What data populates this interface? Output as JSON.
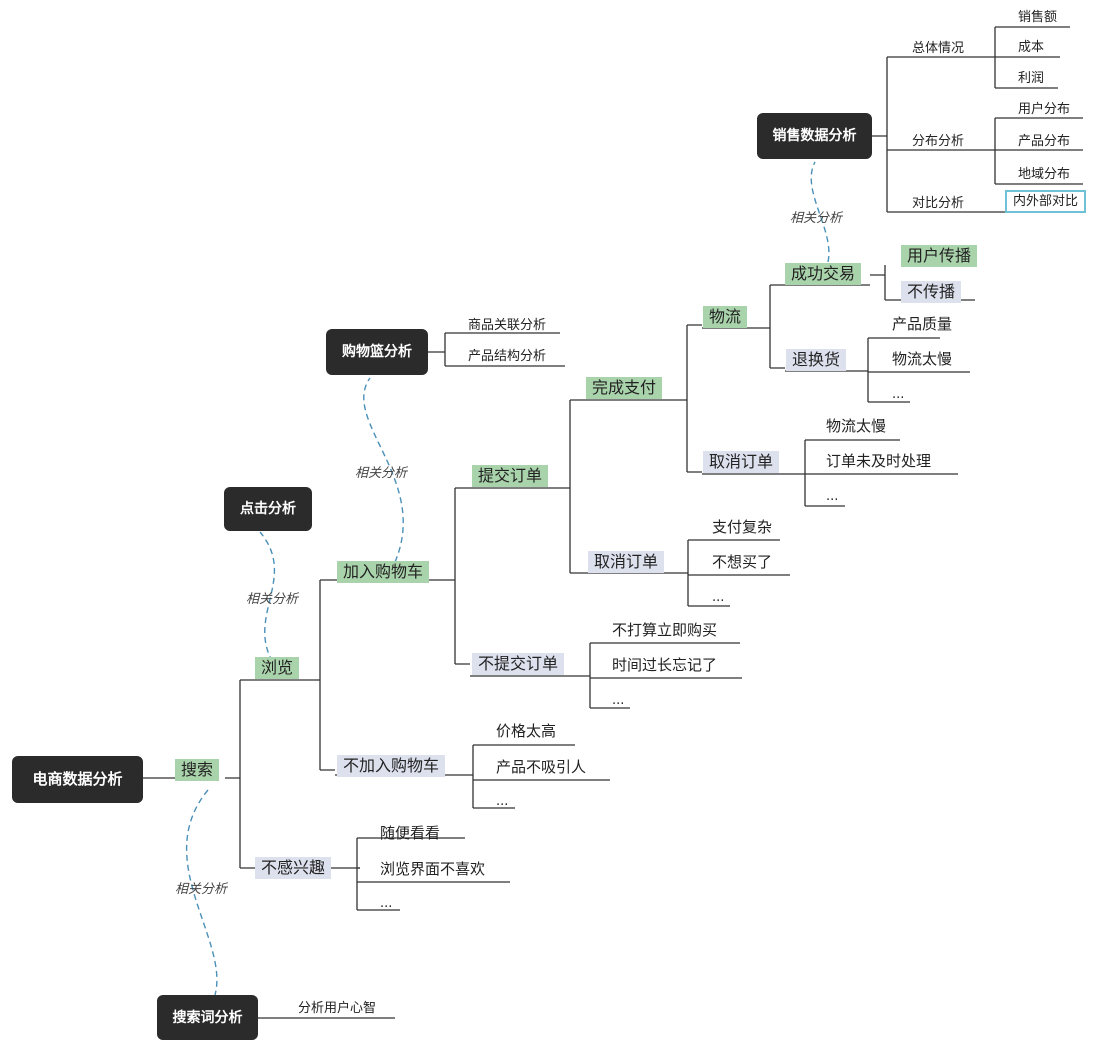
{
  "root": "电商数据分析",
  "nodes": {
    "search": "搜索",
    "browse": "浏览",
    "not_interested": "不感兴趣",
    "add_cart": "加入购物车",
    "no_add_cart": "不加入购物车",
    "submit_order": "提交订单",
    "no_submit_order": "不提交订单",
    "complete_pay": "完成支付",
    "cancel_order_1": "取消订单",
    "logistics": "物流",
    "cancel_order_2": "取消订单",
    "success_trade": "成功交易",
    "return_exchange": "退换货",
    "user_spread": "用户传播",
    "no_spread": "不传播"
  },
  "leaves": {
    "product_quality": "产品质量",
    "logistics_slow_1": "物流太慢",
    "ellipsis": "...",
    "logistics_slow_2": "物流太慢",
    "order_not_processed": "订单未及时处理",
    "pay_complex": "支付复杂",
    "dont_want": "不想买了",
    "not_buy_now": "不打算立即购买",
    "forgot": "时间过长忘记了",
    "price_high": "价格太高",
    "not_attractive": "产品不吸引人",
    "browse_casual": "随便看看",
    "dislike_ui": "浏览界面不喜欢"
  },
  "side_topics": {
    "click_analysis": "点击分析",
    "basket_analysis": "购物篮分析",
    "basket_items": [
      "商品关联分析",
      "产品结构分析"
    ],
    "search_term_analysis": "搜索词分析",
    "search_term_item": "分析用户心智",
    "sales_analysis": "销售数据分析",
    "overall": "总体情况",
    "overall_items": [
      "销售额",
      "成本",
      "利润"
    ],
    "distribution": "分布分析",
    "distribution_items": [
      "用户分布",
      "产品分布",
      "地域分布"
    ],
    "comparison": "对比分析",
    "comparison_item": "内外部对比"
  },
  "relation_label": "相关分析",
  "colors": {
    "dark": "#2b2b2b",
    "green": "#a9d3ab",
    "gray": "#dde1ee",
    "dash": "#4a90b8",
    "highlight_border": "#6fc2d6"
  }
}
